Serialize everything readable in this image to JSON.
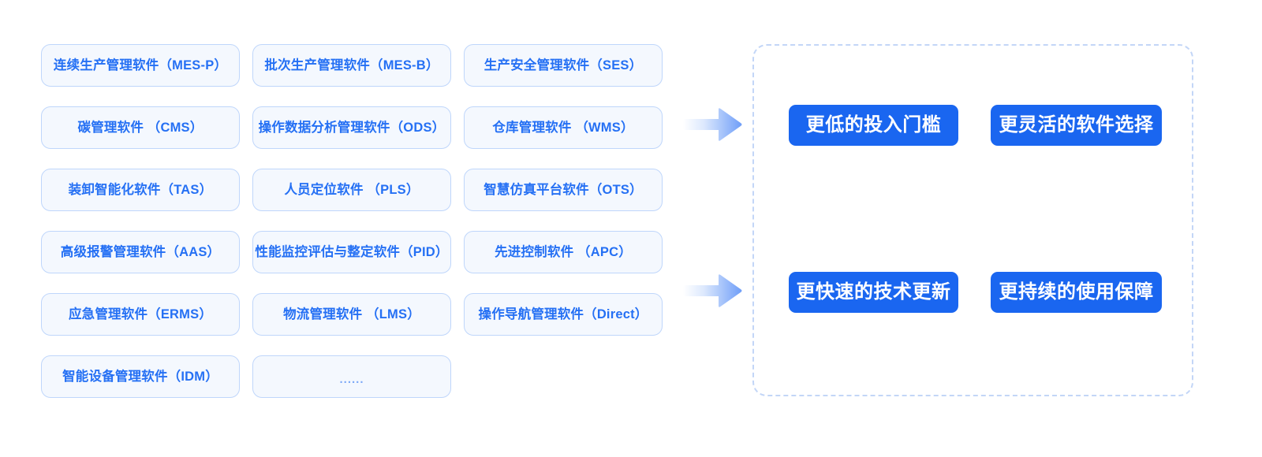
{
  "colors": {
    "card_bg": "#f4f8fe",
    "card_border": "#bfd6fb",
    "card_text": "#2570f4",
    "chip_bg": "#1a66f0",
    "chip_text": "#ffffff",
    "panel_dash_border": "#c3d6f7",
    "arrow_gradient_start": "#ffffff",
    "arrow_gradient_end": "#6f9ef8",
    "page_bg": "#ffffff"
  },
  "software_grid": {
    "columns": 3,
    "cards": [
      {
        "label": "连续生产管理软件（MES-P）",
        "kind": "item"
      },
      {
        "label": "批次生产管理软件（MES-B）",
        "kind": "item"
      },
      {
        "label": "生产安全管理软件（SES）",
        "kind": "item"
      },
      {
        "label": "碳管理软件 （CMS）",
        "kind": "item"
      },
      {
        "label": "操作数据分析管理软件（ODS）",
        "kind": "item"
      },
      {
        "label": "仓库管理软件 （WMS）",
        "kind": "item"
      },
      {
        "label": "装卸智能化软件（TAS）",
        "kind": "item"
      },
      {
        "label": "人员定位软件 （PLS）",
        "kind": "item"
      },
      {
        "label": "智慧仿真平台软件（OTS）",
        "kind": "item"
      },
      {
        "label": "高级报警管理软件（AAS）",
        "kind": "item"
      },
      {
        "label": "性能监控评估与整定软件（PID）",
        "kind": "item"
      },
      {
        "label": "先进控制软件 （APC）",
        "kind": "item"
      },
      {
        "label": "应急管理软件（ERMS）",
        "kind": "item"
      },
      {
        "label": "物流管理软件 （LMS）",
        "kind": "item"
      },
      {
        "label": "操作导航管理软件（Direct）",
        "kind": "item"
      },
      {
        "label": "智能设备管理软件（IDM）",
        "kind": "item"
      },
      {
        "label": "......",
        "kind": "ellipsis"
      },
      {
        "label": "",
        "kind": "empty"
      }
    ]
  },
  "arrows": [
    {
      "name": "arrow-top",
      "direction": "right"
    },
    {
      "name": "arrow-bottom",
      "direction": "right"
    }
  ],
  "benefits": {
    "chips": [
      {
        "label": "更低的投入门槛"
      },
      {
        "label": "更灵活的软件选择"
      },
      {
        "label": "更快速的技术更新"
      },
      {
        "label": "更持续的使用保障"
      }
    ]
  }
}
